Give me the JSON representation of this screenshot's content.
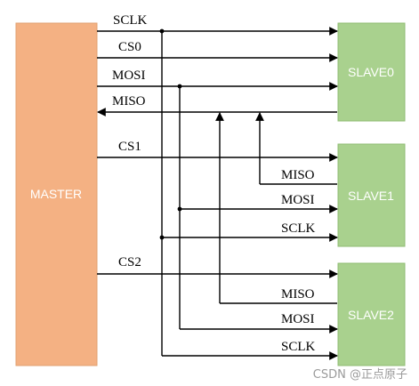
{
  "colors": {
    "master_fill": "#F4B183",
    "master_stroke": "#E0A172",
    "slave_fill": "#A9D18E",
    "slave_stroke": "#8FBC73",
    "wire": "#000000",
    "watermark": "#9A9A9A"
  },
  "blocks": {
    "master": "MASTER",
    "slave0": "SLAVE0",
    "slave1": "SLAVE1",
    "slave2": "SLAVE2"
  },
  "signals": {
    "master_sclk": "SCLK",
    "master_cs0": "CS0",
    "master_mosi": "MOSI",
    "master_miso": "MISO",
    "master_cs1": "CS1",
    "master_cs2": "CS2",
    "slave1_miso": "MISO",
    "slave1_mosi": "MOSI",
    "slave1_sclk": "SCLK",
    "slave2_miso": "MISO",
    "slave2_mosi": "MOSI",
    "slave2_sclk": "SCLK"
  },
  "watermark": "CSDN @正点原子"
}
